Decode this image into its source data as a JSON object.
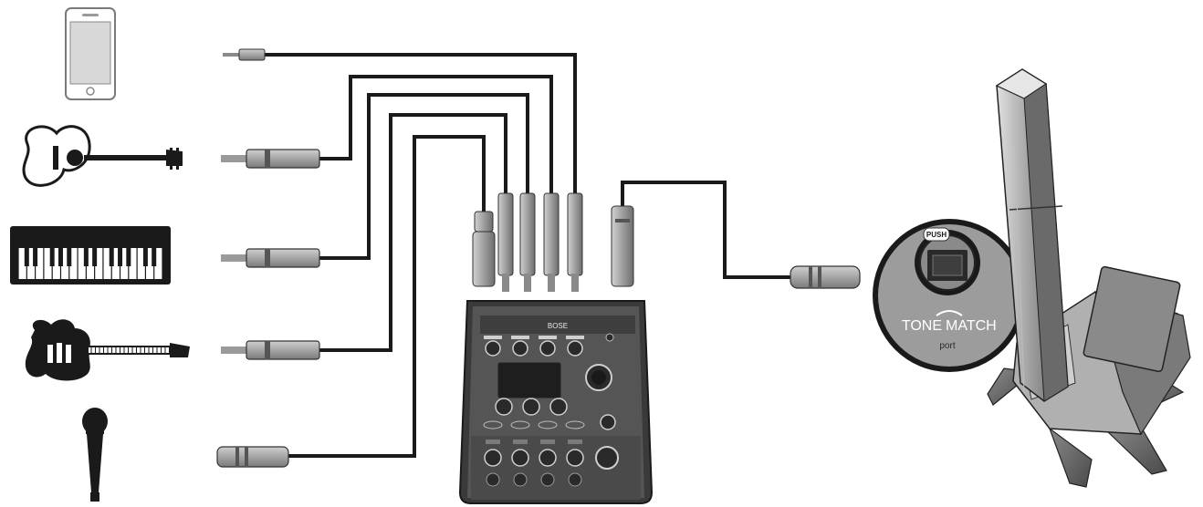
{
  "port_badge": {
    "push_label": "PUSH",
    "brand_pre": "TONE",
    "brand_post": "MATCH",
    "port_label": "port"
  },
  "mixer": {
    "brand": "BOSE"
  },
  "sources": [
    {
      "name": "smartphone-icon"
    },
    {
      "name": "acoustic-guitar-icon"
    },
    {
      "name": "keyboard-icon"
    },
    {
      "name": "electric-guitar-icon"
    },
    {
      "name": "microphone-icon"
    }
  ],
  "colors": {
    "line": "#1a1a1a",
    "device_dark": "#3a3a3a",
    "device_mid": "#6a6a6a",
    "device_light": "#bdbdbd",
    "badge_bg": "#9a9a9a"
  }
}
